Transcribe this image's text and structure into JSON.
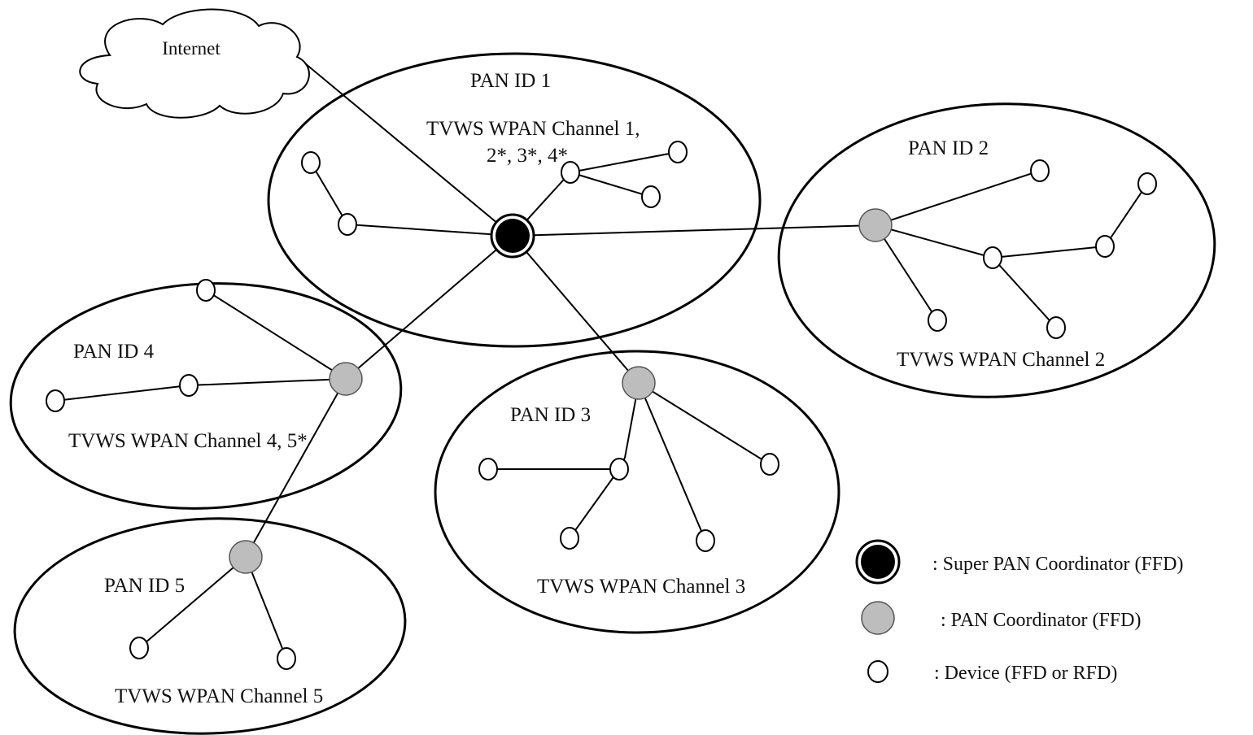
{
  "internet_label": "Internet",
  "pans": [
    {
      "id": "PAN ID 1",
      "channel_line1": "TVWS WPAN Channel 1,",
      "channel_line2": "2*, 3*, 4*"
    },
    {
      "id": "PAN ID 2",
      "channel_line1": "TVWS WPAN Channel 2"
    },
    {
      "id": "PAN ID 3",
      "channel_line1": "TVWS WPAN Channel 3"
    },
    {
      "id": "PAN ID 4",
      "channel_line1": "TVWS WPAN Channel 4, 5*"
    },
    {
      "id": "PAN ID 5",
      "channel_line1": "TVWS WPAN Channel 5"
    }
  ],
  "legend": {
    "super": ": Super   PAN Coordinator (FFD)",
    "coordinator": ": PAN Coordinator (FFD)",
    "device": ": Device (FFD or RFD)"
  },
  "colors": {
    "super_coordinator": "#000000",
    "pan_coordinator": "#bdbdbd",
    "device": "#ffffff"
  }
}
